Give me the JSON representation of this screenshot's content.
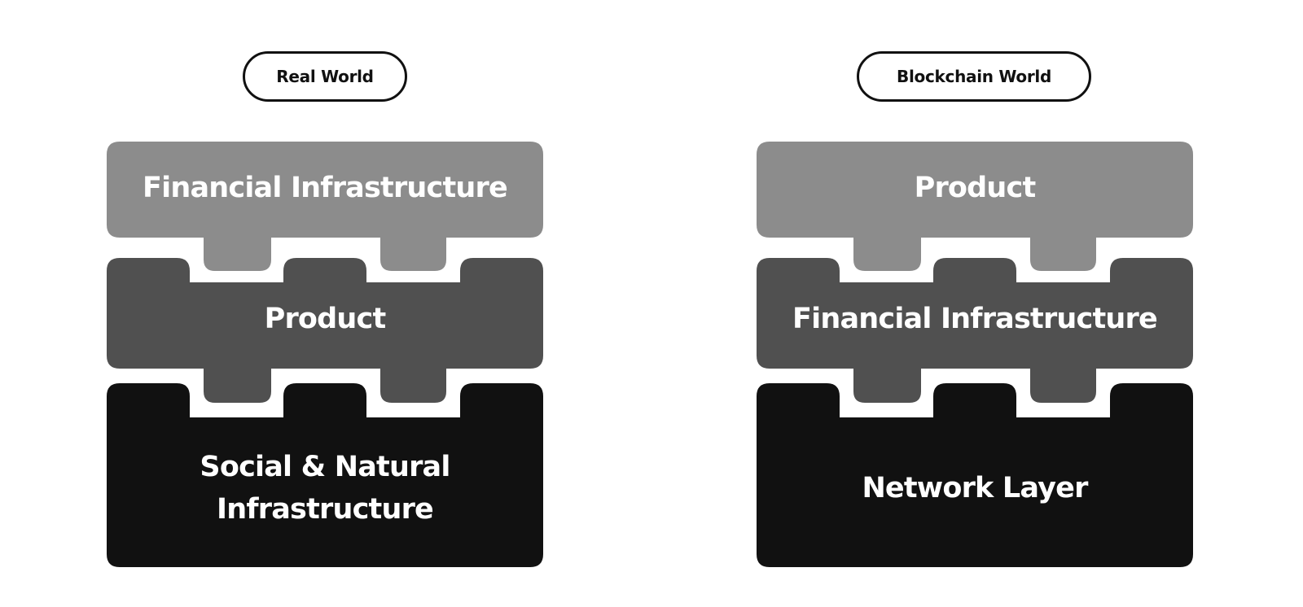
{
  "diagram": {
    "columns": [
      {
        "id": "left",
        "header": "Real World",
        "layers": [
          {
            "label_lines": [
              "Financial Infrastructure"
            ],
            "color": "#8c8c8c"
          },
          {
            "label_lines": [
              "Product"
            ],
            "color": "#505050"
          },
          {
            "label_lines": [
              "Social & Natural",
              "Infrastructure"
            ],
            "color": "#111111"
          }
        ]
      },
      {
        "id": "right",
        "header": "Blockchain World",
        "layers": [
          {
            "label_lines": [
              "Product"
            ],
            "color": "#8c8c8c"
          },
          {
            "label_lines": [
              "Financial Infrastructure"
            ],
            "color": "#505050"
          },
          {
            "label_lines": [
              "Network Layer"
            ],
            "color": "#111111"
          }
        ]
      }
    ]
  }
}
